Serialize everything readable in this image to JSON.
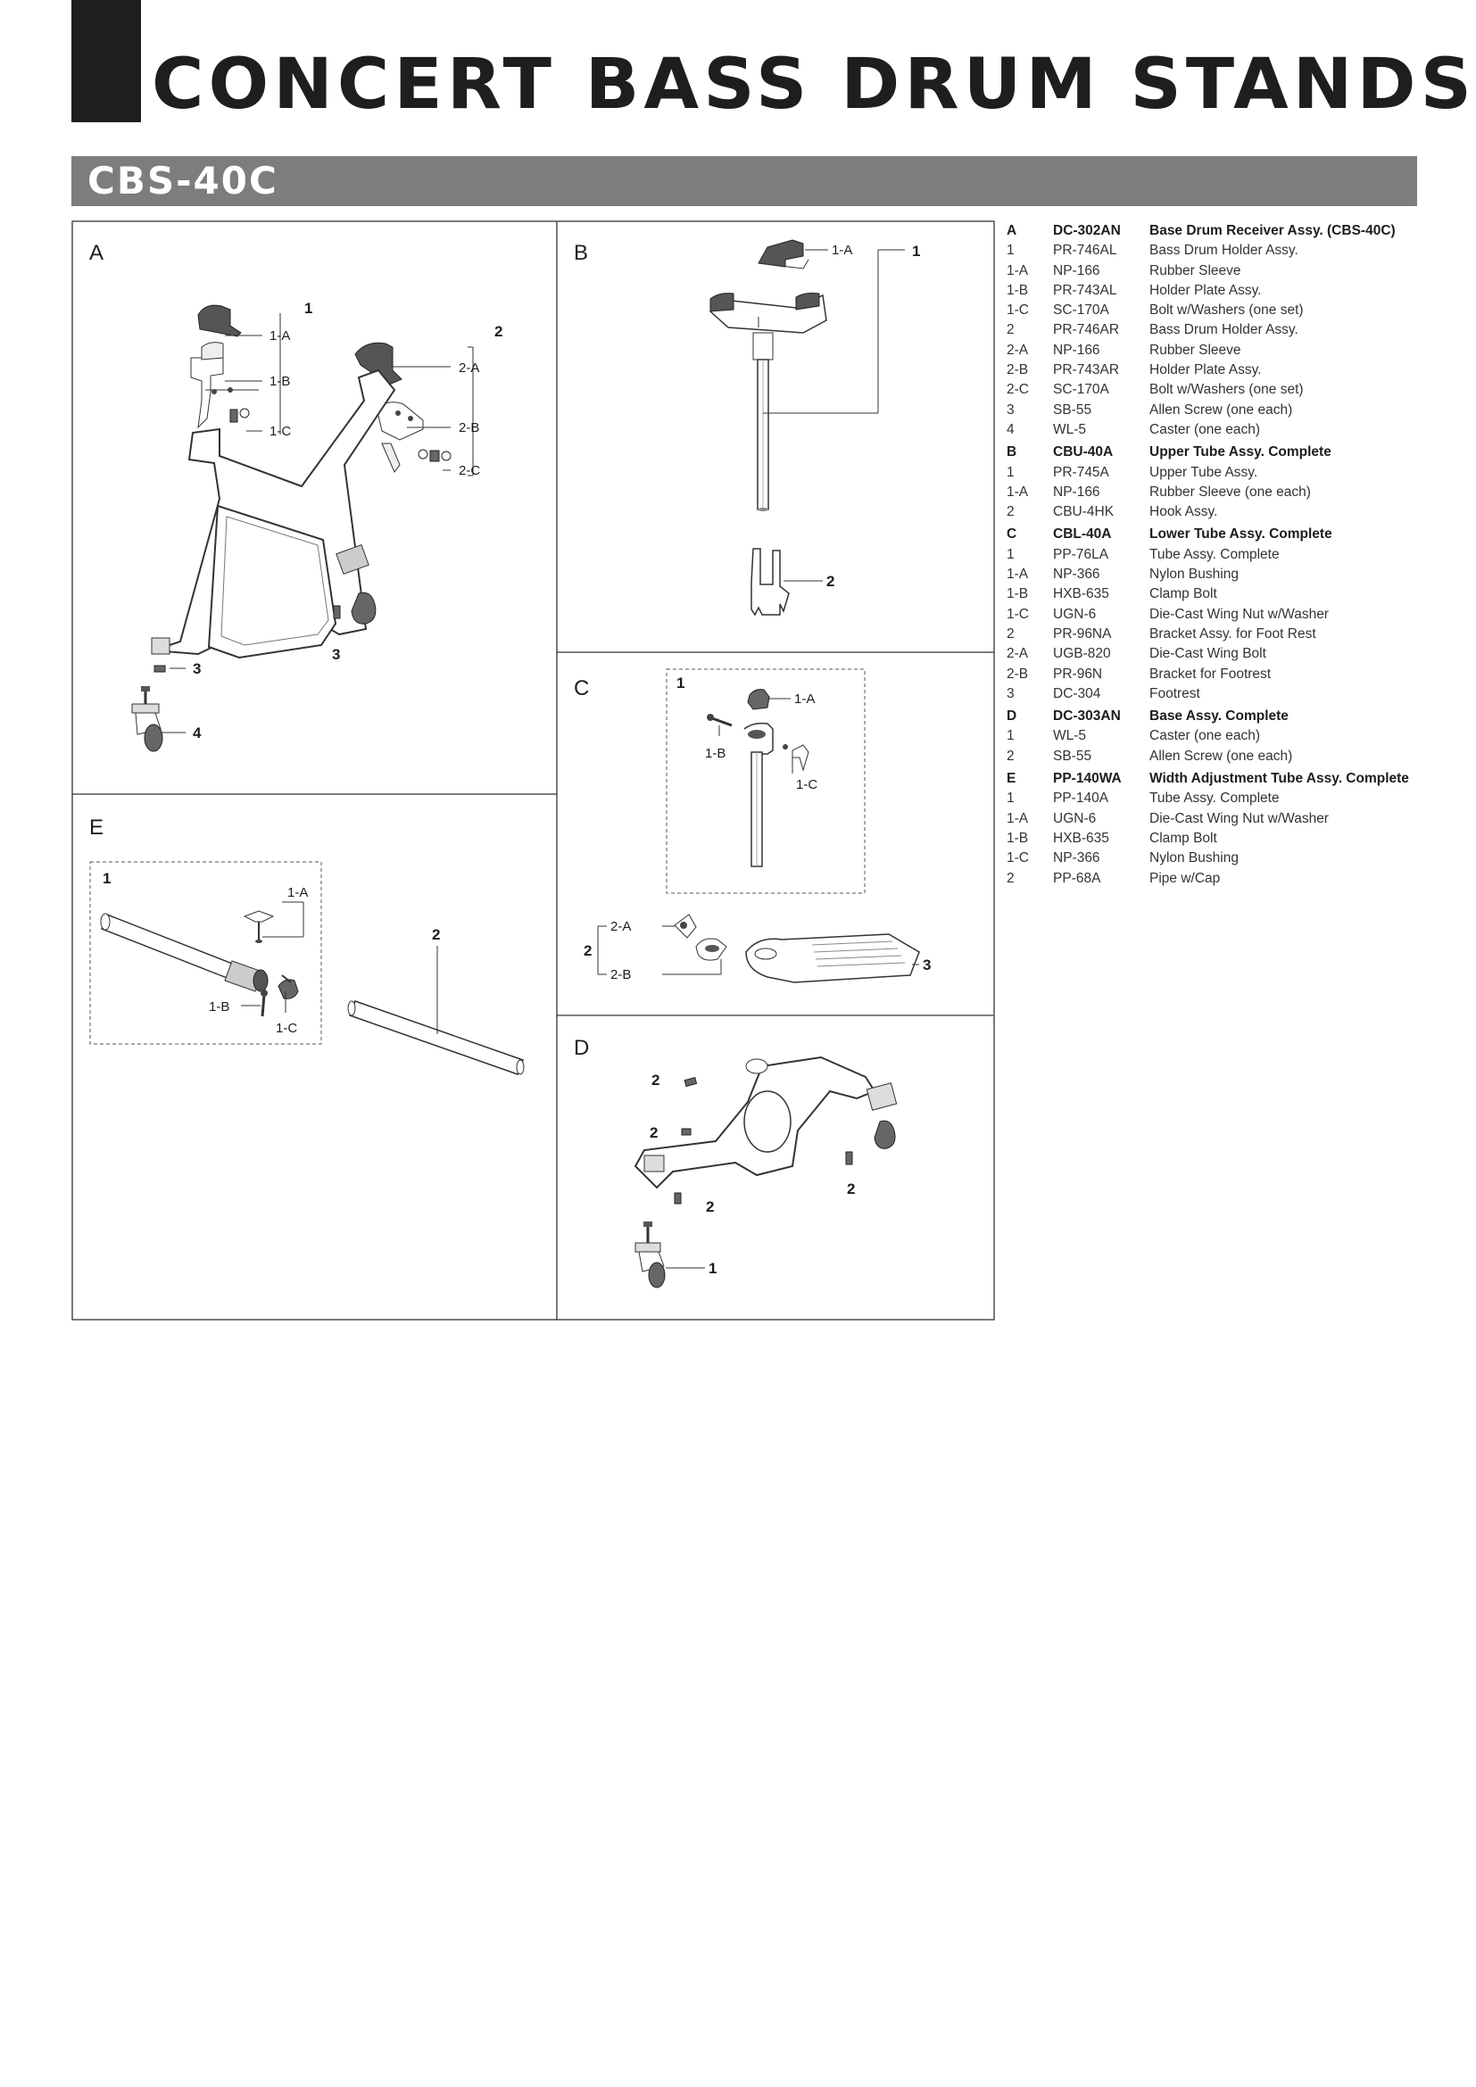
{
  "header": {
    "title": "CONCERT BASS DRUM STANDS",
    "model": "CBS-40C"
  },
  "panels": [
    {
      "key": "A",
      "labels": [
        "1",
        "1-A",
        "1-B",
        "1-C",
        "2",
        "2-A",
        "2-B",
        "2-C",
        "3",
        "3",
        "4"
      ]
    },
    {
      "key": "B",
      "labels": [
        "1-A",
        "1",
        "2"
      ]
    },
    {
      "key": "C",
      "labels": [
        "1",
        "1-A",
        "1-B",
        "1-C",
        "2-A",
        "2",
        "2-B",
        "3"
      ]
    },
    {
      "key": "D",
      "labels": [
        "2",
        "2",
        "2",
        "2",
        "1"
      ]
    },
    {
      "key": "E",
      "labels": [
        "1",
        "1-A",
        "2",
        "1-B",
        "1-C"
      ]
    }
  ],
  "parts_list": [
    {
      "ref": "A",
      "code": "DC-302AN",
      "name": "Base Drum Receiver Assy. (CBS-40C)",
      "items": [
        {
          "ref": "1",
          "code": "PR-746AL",
          "name": "Bass Drum Holder Assy."
        },
        {
          "ref": "1-A",
          "code": "NP-166",
          "name": "Rubber Sleeve"
        },
        {
          "ref": "1-B",
          "code": "PR-743AL",
          "name": "Holder Plate Assy."
        },
        {
          "ref": "1-C",
          "code": "SC-170A",
          "name": "Bolt w/Washers (one set)"
        },
        {
          "ref": "2",
          "code": "PR-746AR",
          "name": "Bass Drum Holder Assy."
        },
        {
          "ref": "2-A",
          "code": "NP-166",
          "name": "Rubber Sleeve"
        },
        {
          "ref": "2-B",
          "code": "PR-743AR",
          "name": "Holder Plate Assy."
        },
        {
          "ref": "2-C",
          "code": "SC-170A",
          "name": "Bolt w/Washers (one set)"
        },
        {
          "ref": "3",
          "code": "SB-55",
          "name": "Allen Screw (one each)"
        },
        {
          "ref": "4",
          "code": "WL-5",
          "name": "Caster (one each)"
        }
      ]
    },
    {
      "ref": "B",
      "code": "CBU-40A",
      "name": "Upper Tube Assy. Complete",
      "items": [
        {
          "ref": "1",
          "code": "PR-745A",
          "name": "Upper Tube Assy."
        },
        {
          "ref": "1-A",
          "code": "NP-166",
          "name": "Rubber Sleeve (one each)"
        },
        {
          "ref": "2",
          "code": "CBU-4HK",
          "name": "Hook Assy."
        }
      ]
    },
    {
      "ref": "C",
      "code": "CBL-40A",
      "name": "Lower Tube Assy. Complete",
      "items": [
        {
          "ref": "1",
          "code": "PP-76LA",
          "name": "Tube Assy. Complete"
        },
        {
          "ref": "1-A",
          "code": "NP-366",
          "name": "Nylon Bushing"
        },
        {
          "ref": "1-B",
          "code": "HXB-635",
          "name": "Clamp Bolt"
        },
        {
          "ref": "1-C",
          "code": "UGN-6",
          "name": "Die-Cast Wing Nut w/Washer"
        },
        {
          "ref": "2",
          "code": "PR-96NA",
          "name": "Bracket Assy. for Foot Rest"
        },
        {
          "ref": "2-A",
          "code": "UGB-820",
          "name": "Die-Cast Wing Bolt"
        },
        {
          "ref": "2-B",
          "code": "PR-96N",
          "name": "Bracket for Footrest"
        },
        {
          "ref": "3",
          "code": "DC-304",
          "name": "Footrest"
        }
      ]
    },
    {
      "ref": "D",
      "code": "DC-303AN",
      "name": "Base Assy. Complete",
      "items": [
        {
          "ref": "1",
          "code": "WL-5",
          "name": "Caster (one each)"
        },
        {
          "ref": "2",
          "code": "SB-55",
          "name": "Allen Screw (one each)"
        }
      ]
    },
    {
      "ref": "E",
      "code": "PP-140WA",
      "name": "Width Adjustment Tube Assy. Complete",
      "items": [
        {
          "ref": "1",
          "code": "PP-140A",
          "name": "Tube Assy. Complete"
        },
        {
          "ref": "1-A",
          "code": "UGN-6",
          "name": "Die-Cast Wing Nut w/Washer"
        },
        {
          "ref": "1-B",
          "code": "HXB-635",
          "name": "Clamp Bolt"
        },
        {
          "ref": "1-C",
          "code": "NP-366",
          "name": "Nylon Bushing"
        },
        {
          "ref": "2",
          "code": "PP-68A",
          "name": "Pipe w/Cap"
        }
      ]
    }
  ]
}
